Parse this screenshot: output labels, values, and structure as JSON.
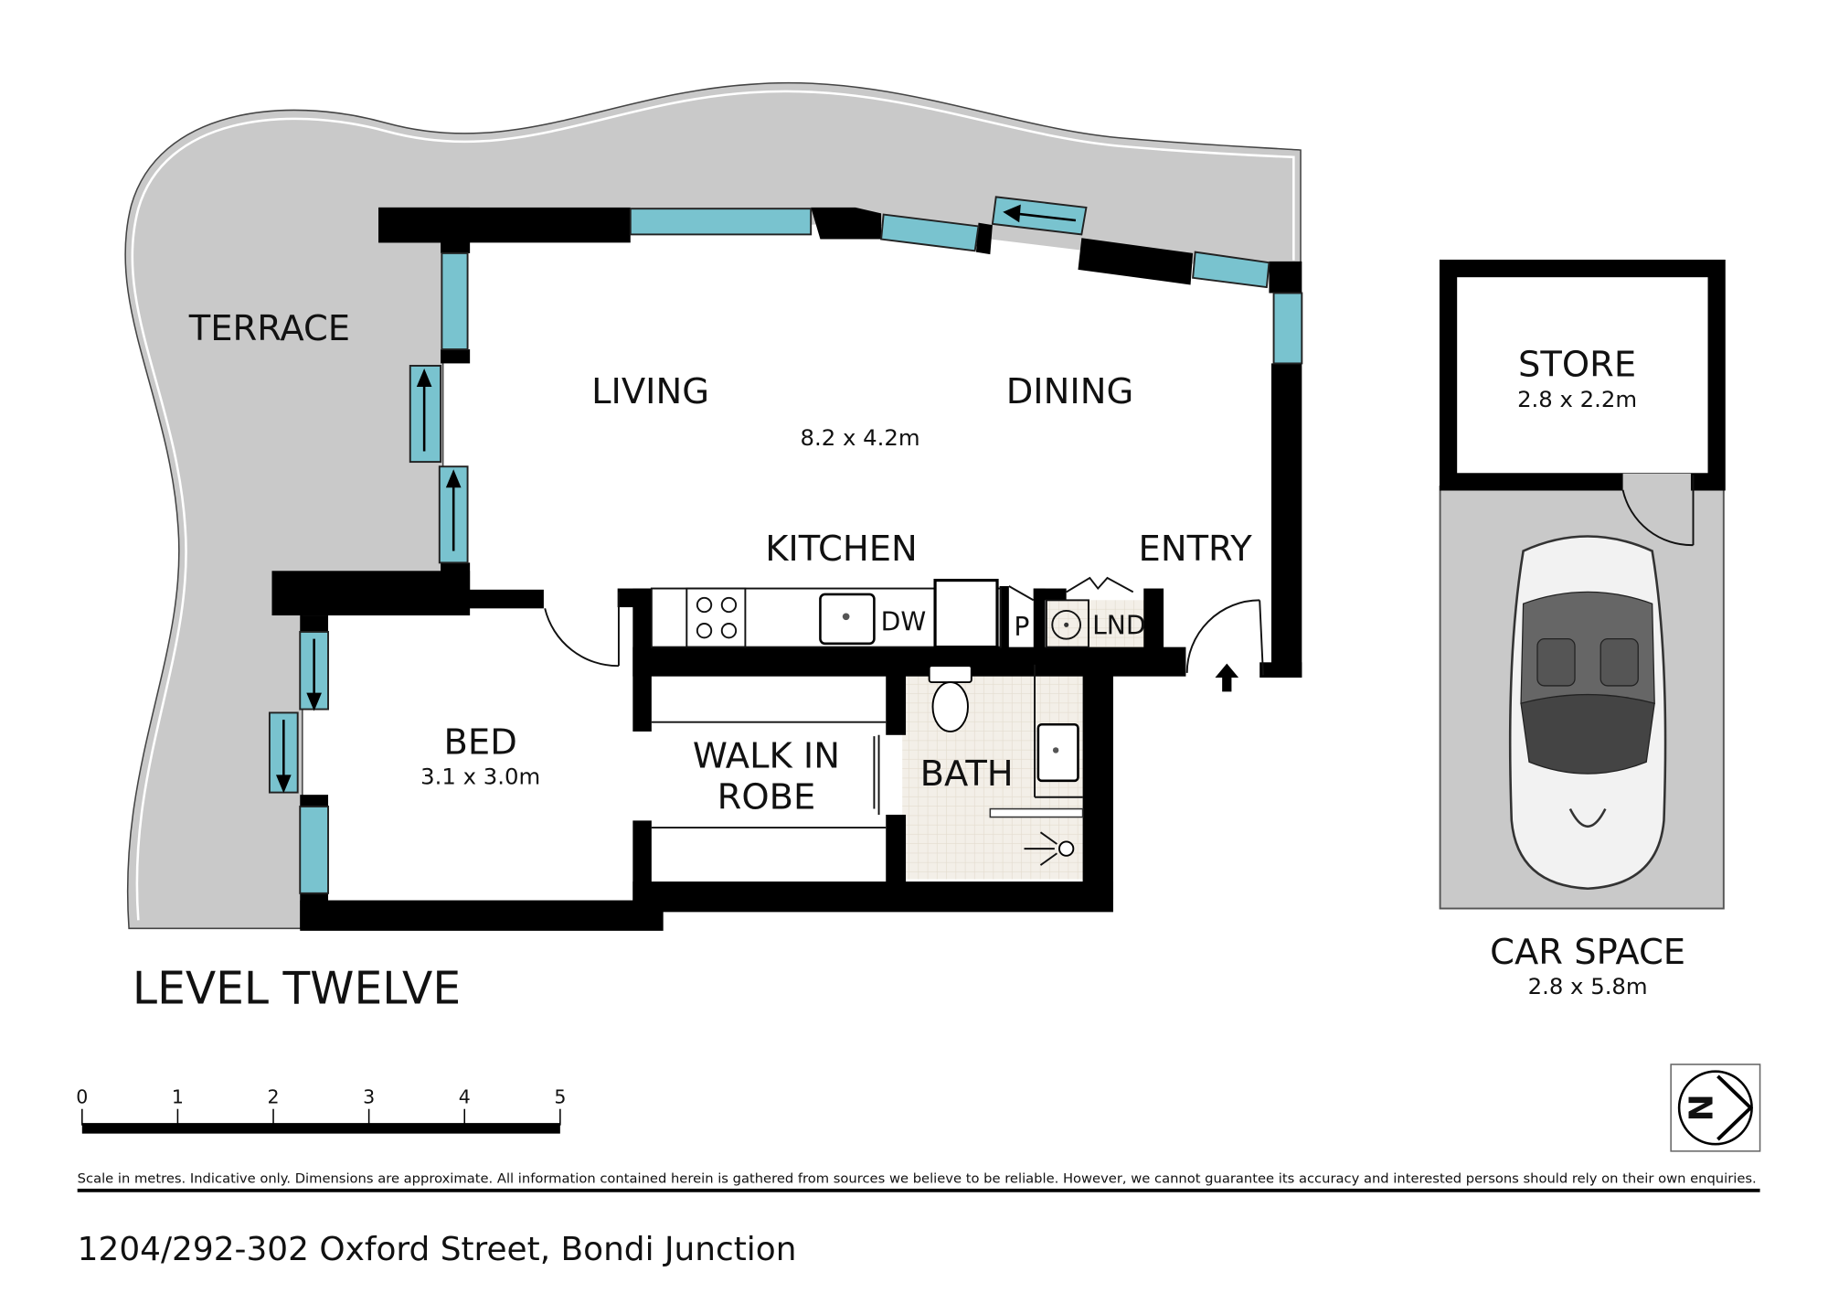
{
  "rooms": {
    "terrace": "TERRACE",
    "living": "LIVING",
    "dining": "DINING",
    "living_dims": "8.2 x 4.2m",
    "kitchen": "KITCHEN",
    "entry": "ENTRY",
    "bed": "BED",
    "bed_dims": "3.1 x 3.0m",
    "walk_in_line1": "WALK IN",
    "walk_in_line2": "ROBE",
    "bath": "BATH",
    "dw": "DW",
    "pantry": "P",
    "laundry": "LND",
    "store": "STORE",
    "store_dims": "2.8 x 2.2m",
    "car_space": "CAR SPACE",
    "car_space_dims": "2.8 x 5.8m"
  },
  "level": "LEVEL TWELVE",
  "scale": {
    "ticks": [
      "0",
      "1",
      "2",
      "3",
      "4",
      "5"
    ],
    "unit": "metres"
  },
  "compass": {
    "letter": "N"
  },
  "disclaimer": "Scale in metres. Indicative only. Dimensions are approximate. All information contained herein is gathered from sources we believe to be reliable. However, we cannot guarantee its accuracy and interested persons should rely on their own enquiries.",
  "address": "1204/292-302 Oxford Street, Bondi Junction",
  "colors": {
    "terrace": "#c9c9c9",
    "window": "#79c3cf",
    "wet_area": "#f3efe8",
    "wall": "#000000"
  }
}
